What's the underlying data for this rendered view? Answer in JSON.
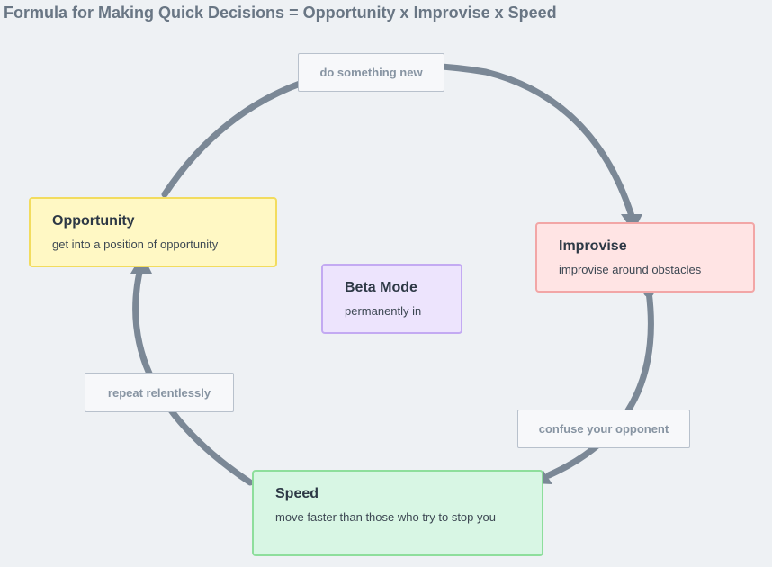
{
  "title": "Formula for Making Quick Decisions = Opportunity x Improvise x Speed",
  "nodes": {
    "opportunity": {
      "title": "Opportunity",
      "text": "get into a position of opportunity"
    },
    "improvise": {
      "title": "Improvise",
      "text": "improvise around obstacles"
    },
    "speed": {
      "title": "Speed",
      "text": "move faster than those who try to stop you"
    },
    "beta": {
      "title": "Beta Mode",
      "text": "permanently in"
    }
  },
  "edges": {
    "opportunity_to_improvise": "do something new",
    "improvise_to_speed": "confuse your opponent",
    "speed_to_opportunity": "repeat relentlessly"
  },
  "colors": {
    "arrow": "#7b8896",
    "opportunity_fill": "#fff8c4",
    "improvise_fill": "#ffe4e4",
    "speed_fill": "#d8f6e4",
    "beta_fill": "#ede4fd"
  }
}
